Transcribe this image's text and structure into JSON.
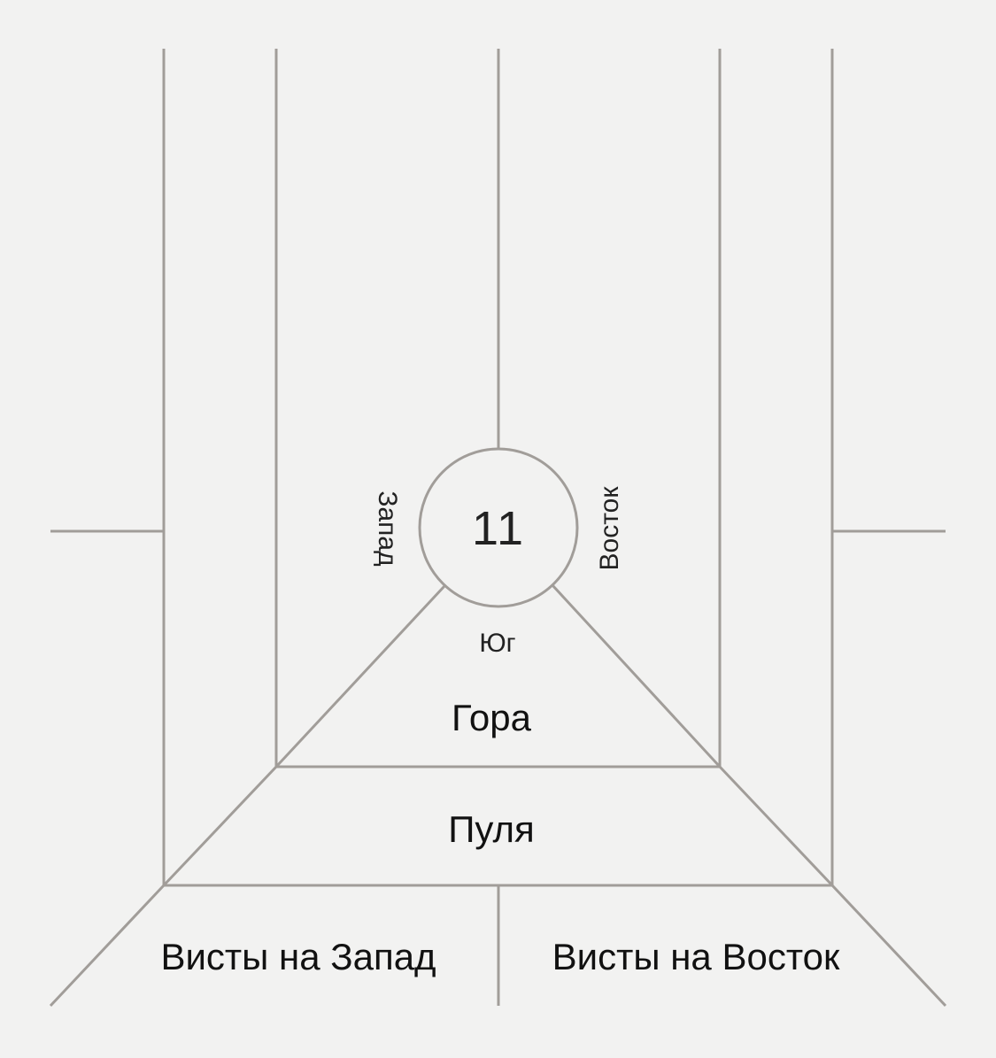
{
  "score_sheet": {
    "center_number": "11",
    "west_label": "Запад",
    "east_label": "Восток",
    "south_label": "Юг",
    "mountain_label": "Гора",
    "pool_label": "Пуля",
    "whists_west_label": "Висты на Запад",
    "whists_east_label": "Висты на Восток"
  },
  "colors": {
    "lines": "#a19d99",
    "background": "#f2f2f1",
    "text": "#111111"
  }
}
